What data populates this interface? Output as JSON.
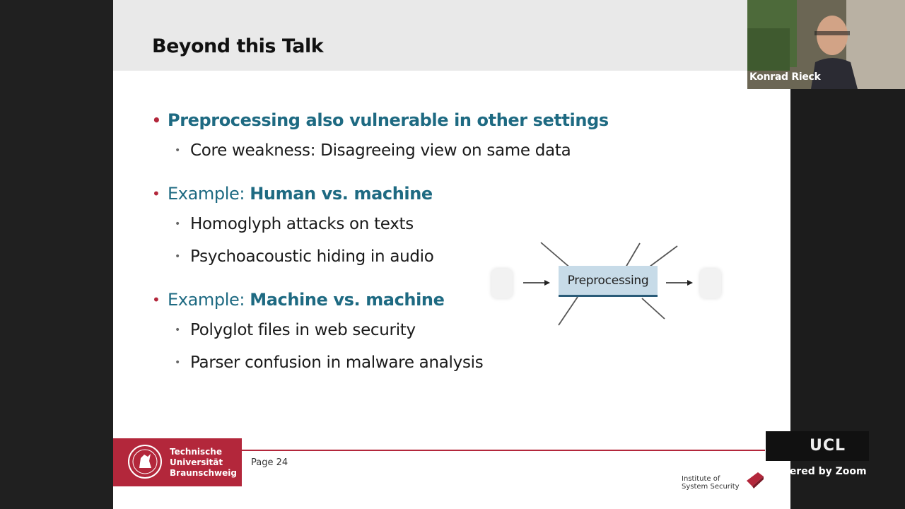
{
  "slide": {
    "title": "Beyond this Talk",
    "bullets": {
      "b1": "Preprocessing also vulnerable in other settings",
      "b1_sub1": "Core weakness: Disagreeing view on same data",
      "b2_prefix": "Example: ",
      "b2_strong": "Human vs. machine",
      "b2_sub1": "Homoglyph attacks on texts",
      "b2_sub2": "Psychoacoustic hiding in audio",
      "b3_prefix": "Example: ",
      "b3_strong": "Machine vs. machine",
      "b3_sub1": "Polyglot files in web security",
      "b3_sub2": "Parser confusion in malware analysis"
    },
    "diagram": {
      "box_label": "Preprocessing"
    },
    "footer": {
      "university": [
        "Technische",
        "Universität",
        "Braunschweig"
      ],
      "page": "Page  24",
      "institute": [
        "Institute of",
        "System Security"
      ]
    }
  },
  "camera": {
    "name": "Konrad Rieck"
  },
  "overlay": {
    "ucl": "UCL",
    "zoom": "Powered by Zoom"
  },
  "colors": {
    "accent_red": "#b3273b",
    "accent_blue": "#1e6a82",
    "box_fill": "#c7dbe8"
  }
}
